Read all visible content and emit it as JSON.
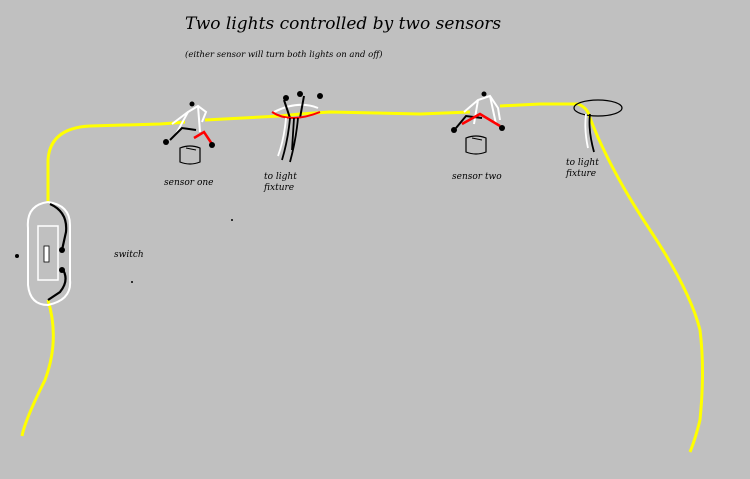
{
  "title": "Two lights controlled by two sensors",
  "subtitle": "(either sensor will turn both lights on and off)",
  "labels": {
    "sensor_one": "sensor one",
    "light_fixture_1": "to light\nfixture",
    "sensor_two": "sensor two",
    "light_fixture_2": "to light\nfixture",
    "switch": "switch"
  },
  "colors": {
    "background": "#c0c0c0",
    "hot_wire": "#ffff00",
    "traveler_wire": "#ff0000",
    "neutral_wire": "#ffffff",
    "black_wire": "#000000"
  }
}
